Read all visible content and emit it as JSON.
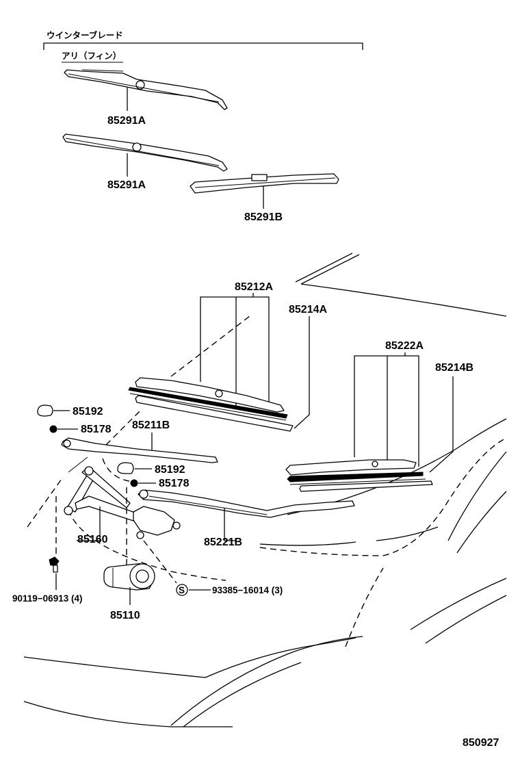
{
  "header": {
    "winter_blade": "ウインターブレード",
    "with_fin": "アリ（フィン）"
  },
  "parts": {
    "p85291A_1": "85291A",
    "p85291A_2": "85291A",
    "p85291B": "85291B",
    "p85212A": "85212A",
    "p85214A": "85214A",
    "p85222A": "85222A",
    "p85214B": "85214B",
    "p85192_1": "85192",
    "p85178_1": "85178",
    "p85211B": "85211B",
    "p85192_2": "85192",
    "p85178_2": "85178",
    "p85160": "85160",
    "p85221B": "85221B",
    "p90119": "90119−06913 (4)",
    "p93385": "93385−16014 (3)",
    "p85110": "85110",
    "s_mark": "S"
  },
  "footer": {
    "diagram_id": "850927"
  }
}
